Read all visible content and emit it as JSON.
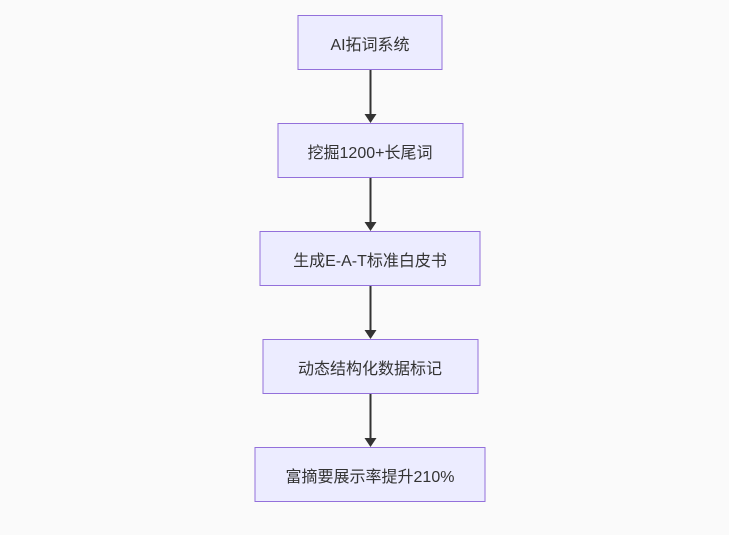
{
  "flowchart": {
    "type": "flowchart-top-down",
    "nodes": [
      {
        "label": "AI拓词系统"
      },
      {
        "label": "挖掘1200+长尾词"
      },
      {
        "label": "生成E-A-T标准白皮书"
      },
      {
        "label": "动态结构化数据标记"
      },
      {
        "label": "富摘要展示率提升210%"
      }
    ],
    "edges": [
      {
        "from": 0,
        "to": 1,
        "arrow": "down"
      },
      {
        "from": 1,
        "to": 2,
        "arrow": "down"
      },
      {
        "from": 2,
        "to": 3,
        "arrow": "down"
      },
      {
        "from": 3,
        "to": 4,
        "arrow": "down"
      }
    ],
    "colors": {
      "background": "#fafafa",
      "node_fill": "#ececff",
      "node_border": "#9370db",
      "arrow": "#333333",
      "text": "#333333"
    }
  }
}
